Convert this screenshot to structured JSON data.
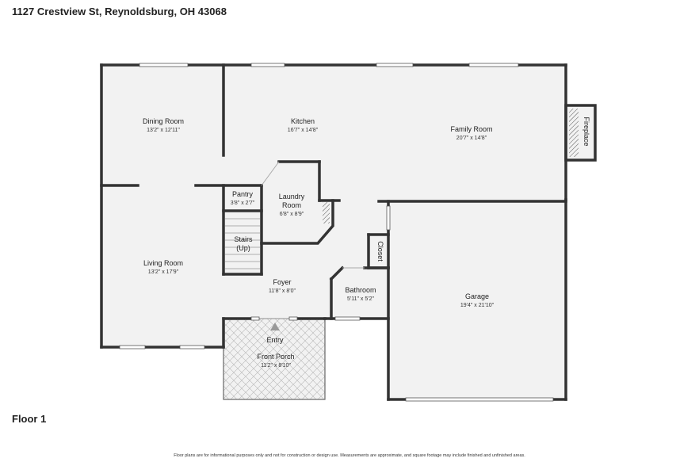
{
  "address": "1127 Crestview St, Reynoldsburg, OH 43068",
  "floor_label": "Floor 1",
  "disclaimer": "Floor plans are for informational purposes only and not for construction or design use. Measurements are approximate, and square footage may include finished and unfinished areas.",
  "rooms": {
    "dining": {
      "name": "Dining Room",
      "dims": "13'2\" x 12'11\""
    },
    "kitchen": {
      "name": "Kitchen",
      "dims": "16'7\" x 14'8\""
    },
    "family": {
      "name": "Family Room",
      "dims": "20'7\" x 14'8\""
    },
    "fireplace": {
      "name": "Fireplace"
    },
    "pantry": {
      "name": "Pantry",
      "dims": "3'8\" x 2'7\""
    },
    "laundry": {
      "name_line1": "Laundry",
      "name_line2": "Room",
      "dims": "6'8\" x 8'9\""
    },
    "stairs": {
      "name_line1": "Stairs",
      "name_line2": "(Up)"
    },
    "closet": {
      "name": "Closet"
    },
    "living": {
      "name": "Living Room",
      "dims": "13'2\" x 17'9\""
    },
    "foyer": {
      "name": "Foyer",
      "dims": "11'8\" x 8'0\""
    },
    "bathroom": {
      "name": "Bathroom",
      "dims": "5'11\" x 5'2\""
    },
    "garage": {
      "name": "Garage",
      "dims": "19'4\" x 21'10\""
    },
    "entry": {
      "name": "Entry"
    },
    "porch": {
      "name": "Front Porch",
      "dims": "11'2\" x 8'10\""
    }
  }
}
